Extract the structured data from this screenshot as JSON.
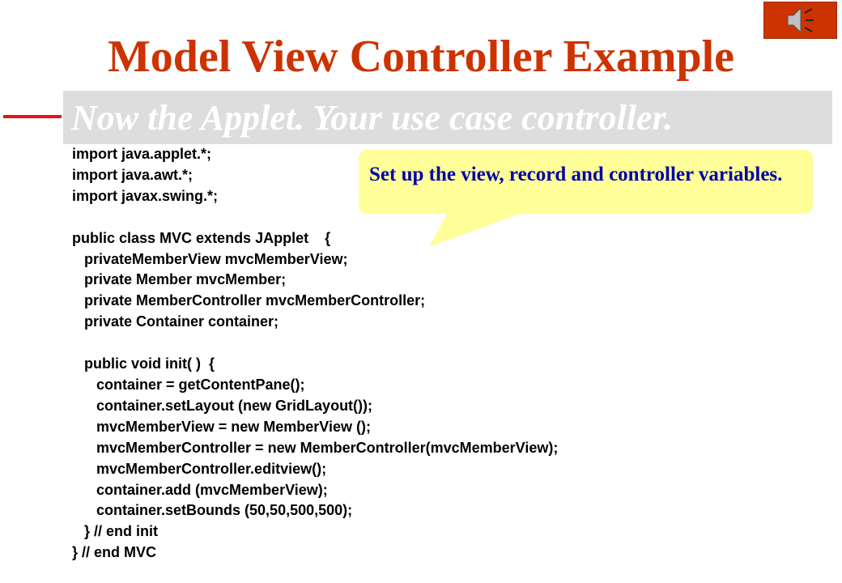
{
  "slide": {
    "title": "Model View Controller Example",
    "subtitle": "Now the Applet. Your use case controller.",
    "callout": "Set up the view, record and controller variables.",
    "audio_icon": "speaker-icon",
    "colors": {
      "title": "#cc3300",
      "subtitle_bar": "#dddddd",
      "callout_bg": "#ffff99",
      "callout_text": "#0000aa",
      "accent_line": "#ee1111",
      "audio_button": "#cc3300"
    }
  },
  "code_lines": [
    "import java.applet.*;",
    "import java.awt.*;",
    "import javax.swing.*;",
    "",
    "public class MVC extends JApplet    {",
    "   privateMemberView mvcMemberView;",
    "   private Member mvcMember;",
    "   private MemberController mvcMemberController;",
    "   private Container container;",
    "",
    "   public void init( )  {",
    "      container = getContentPane();",
    "      container.setLayout (new GridLayout());",
    "      mvcMemberView = new MemberView ();",
    "      mvcMemberController = new MemberController(mvcMemberView);",
    "      mvcMemberController.editview();",
    "      container.add (mvcMemberView);",
    "      container.setBounds (50,50,500,500);",
    "   } // end init",
    "} // end MVC"
  ]
}
